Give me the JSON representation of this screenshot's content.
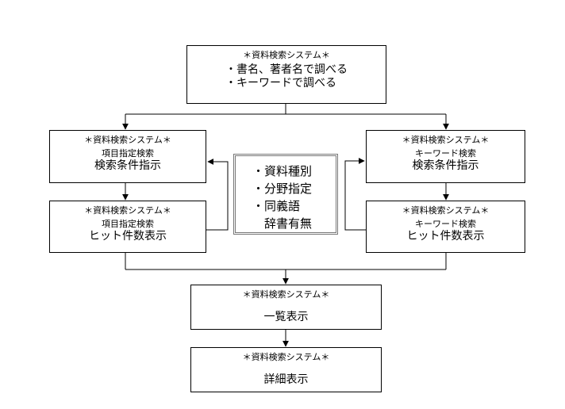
{
  "top": {
    "header": "＊資料検索システム＊",
    "lines": [
      "・書名、著者名で調べる",
      "・キーワードで調べる"
    ]
  },
  "left_search": {
    "header": "＊資料検索システム＊",
    "sub": "項目指定検索",
    "main": "検索条件指示"
  },
  "left_hits": {
    "header": "＊資料検索システム＊",
    "sub": "項目指定検索",
    "main": "ヒット件数表示"
  },
  "right_search": {
    "header": "＊資料検索システム＊",
    "sub": "キーワード検索",
    "main": "検索条件指示"
  },
  "right_hits": {
    "header": "＊資料検索システム＊",
    "sub": "キーワード検索",
    "main": "ヒット件数表示"
  },
  "center": {
    "lines": [
      "・資料種別",
      "・分野指定",
      "・同義語",
      "辞書有無"
    ]
  },
  "list_view": {
    "header": "＊資料検索システム＊",
    "main": "一覧表示"
  },
  "detail_view": {
    "header": "＊資料検索システム＊",
    "main": "詳細表示"
  }
}
